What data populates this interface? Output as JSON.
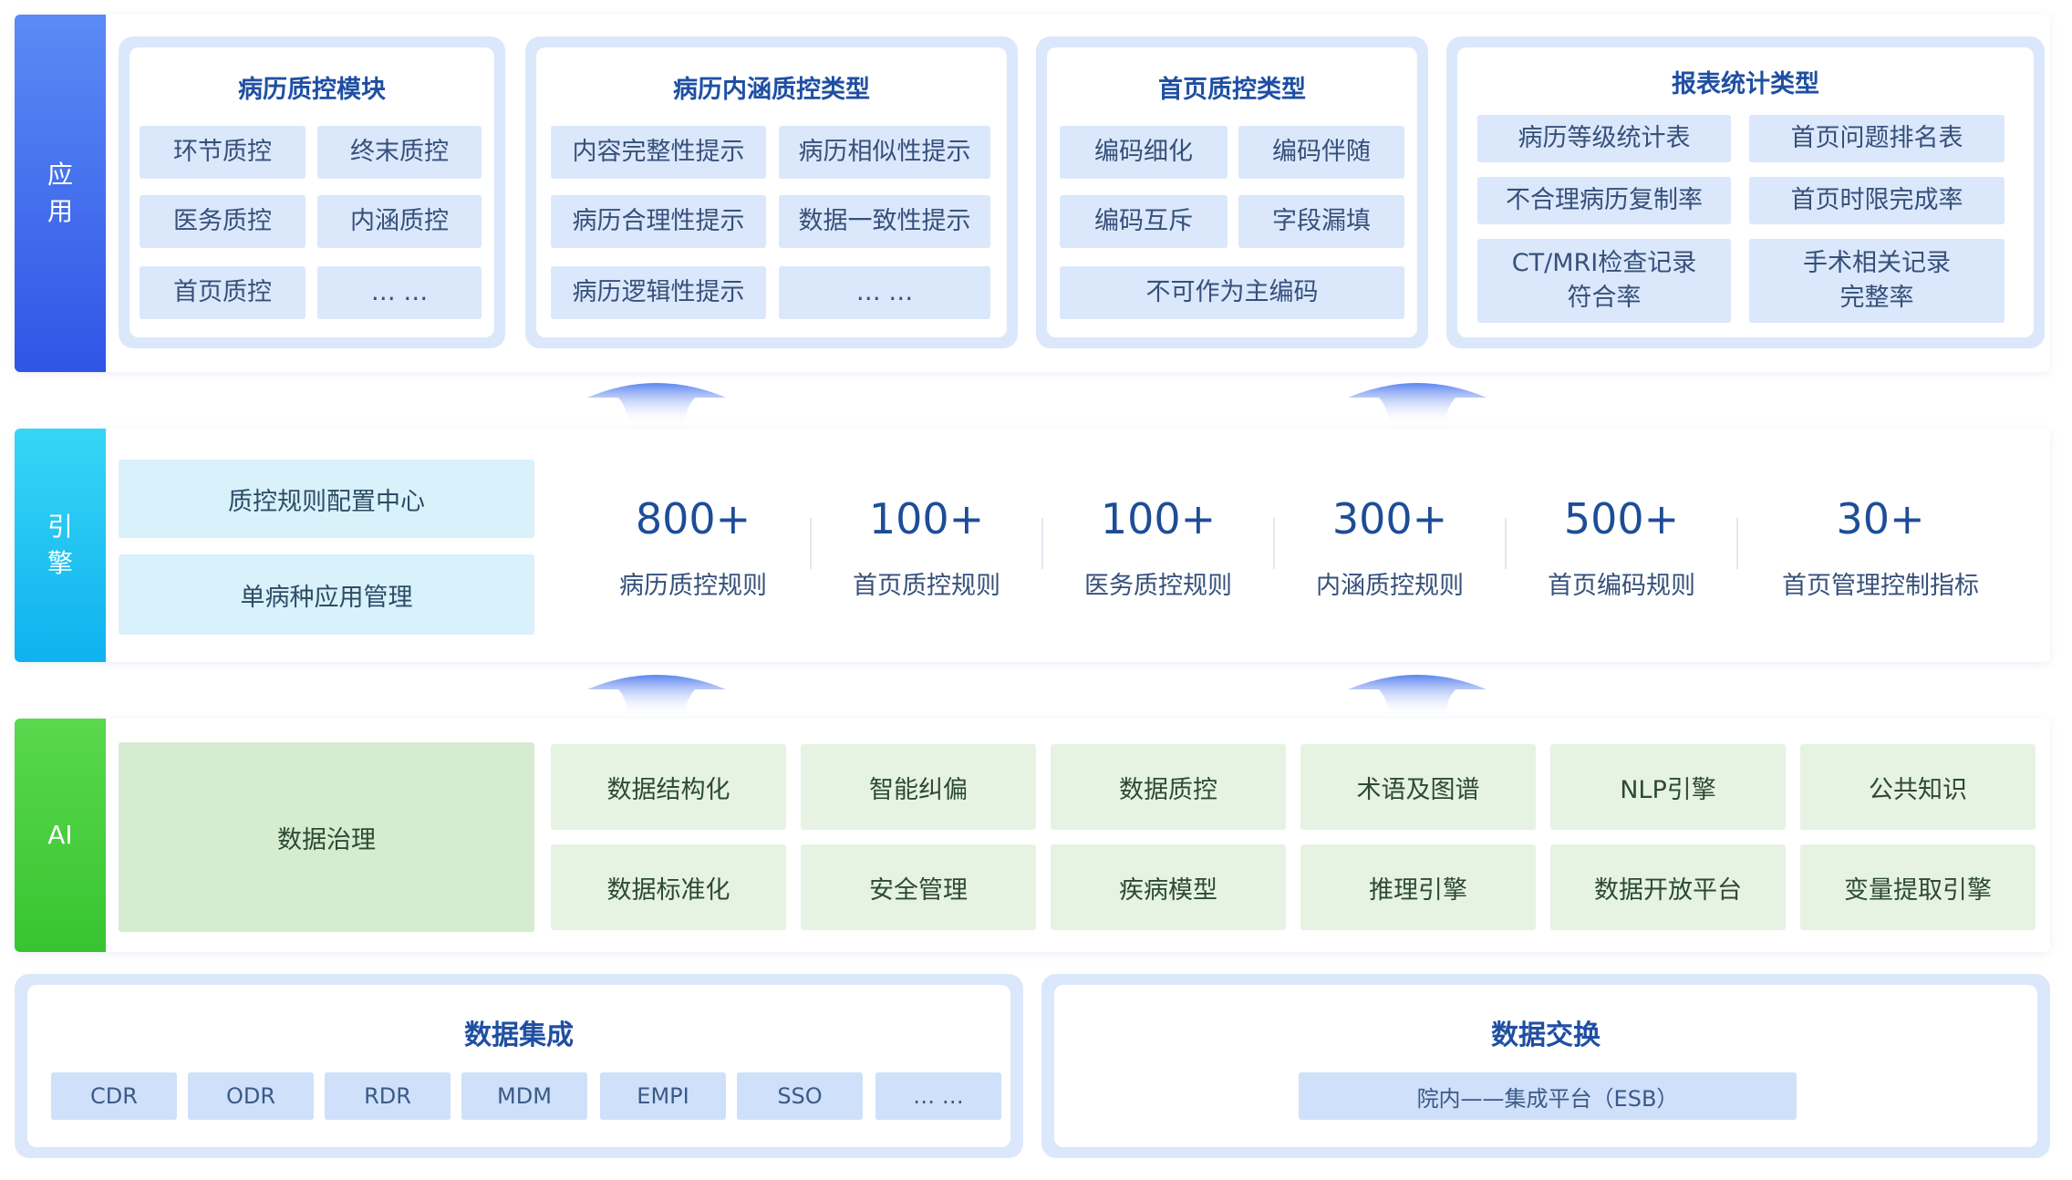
{
  "tiers": {
    "app": {
      "label_1": "应",
      "label_2": "用"
    },
    "engine": {
      "label_1": "引",
      "label_2": "擎"
    },
    "ai": {
      "label": "AI"
    }
  },
  "app_panels": [
    {
      "title": "病历质控模块",
      "items": [
        "环节质控",
        "终末质控",
        "医务质控",
        "内涵质控",
        "首页质控",
        "… …"
      ]
    },
    {
      "title": "病历内涵质控类型",
      "items": [
        "内容完整性提示",
        "病历相似性提示",
        "病历合理性提示",
        "数据一致性提示",
        "病历逻辑性提示",
        "… …"
      ]
    },
    {
      "title": "首页质控类型",
      "items": [
        "编码细化",
        "编码伴随",
        "编码互斥",
        "字段漏填",
        "不可作为主编码"
      ]
    },
    {
      "title": "报表统计类型",
      "items": [
        "病历等级统计表",
        "首页问题排名表",
        "不合理病历复制率",
        "首页时限完成率",
        "CT/MRI检查记录",
        "符合率",
        "手术相关记录",
        "完整率"
      ]
    }
  ],
  "engine": {
    "config_items": [
      "质控规则配置中心",
      "单病种应用管理"
    ],
    "stats": [
      {
        "value": "800+",
        "label": "病历质控规则"
      },
      {
        "value": "100+",
        "label": "首页质控规则"
      },
      {
        "value": "100+",
        "label": "医务质控规则"
      },
      {
        "value": "300+",
        "label": "内涵质控规则"
      },
      {
        "value": "500+",
        "label": "首页编码规则"
      },
      {
        "value": "30+",
        "label": "首页管理控制指标"
      }
    ]
  },
  "ai": {
    "main": "数据治理",
    "items": [
      "数据结构化",
      "智能纠偏",
      "数据质控",
      "术语及图谱",
      "NLP引擎",
      "公共知识",
      "数据标准化",
      "安全管理",
      "疾病模型",
      "推理引擎",
      "数据开放平台",
      "变量提取引擎"
    ]
  },
  "bottom": {
    "integration": {
      "title": "数据集成",
      "items": [
        "CDR",
        "ODR",
        "RDR",
        "MDM",
        "EMPI",
        "SSO",
        "… …"
      ]
    },
    "exchange": {
      "title": "数据交换",
      "item": "院内——集成平台（ESB）"
    }
  },
  "colors": {
    "app_bar": "#3d66e9",
    "engine_bar": "#1ec2f3",
    "ai_bar": "#45cc3c",
    "title": "#1f4fa3"
  }
}
